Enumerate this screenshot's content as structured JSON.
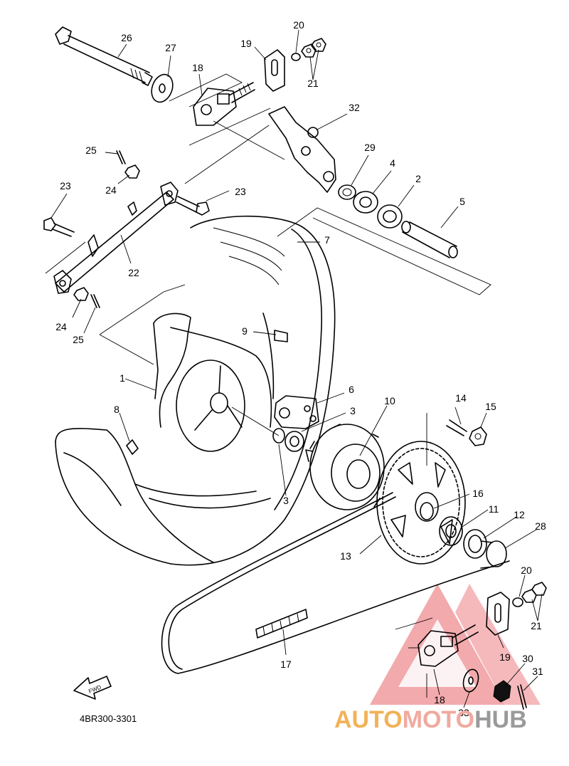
{
  "diagram_code": "4BR300-3301",
  "fwd_label": "FWD",
  "watermark": {
    "auto": "AUTO",
    "moto": "MOTO",
    "hub": "HUB",
    "colors": {
      "auto": "#f2b25a",
      "moto": "#f0aaa0",
      "hub": "#9a9a9a",
      "triangle": "#e8646a"
    }
  },
  "part_labels": [
    {
      "id": "p26",
      "text": "26"
    },
    {
      "id": "p27",
      "text": "27"
    },
    {
      "id": "p18a",
      "text": "18"
    },
    {
      "id": "p19a",
      "text": "19"
    },
    {
      "id": "p20a",
      "text": "20"
    },
    {
      "id": "p21a",
      "text": "21"
    },
    {
      "id": "p32",
      "text": "32"
    },
    {
      "id": "p25a",
      "text": "25"
    },
    {
      "id": "p24a",
      "text": "24"
    },
    {
      "id": "p23a",
      "text": "23"
    },
    {
      "id": "p23b",
      "text": "23"
    },
    {
      "id": "p29",
      "text": "29"
    },
    {
      "id": "p4",
      "text": "4"
    },
    {
      "id": "p2",
      "text": "2"
    },
    {
      "id": "p5",
      "text": "5"
    },
    {
      "id": "p7",
      "text": "7"
    },
    {
      "id": "p22",
      "text": "22"
    },
    {
      "id": "p24b",
      "text": "24"
    },
    {
      "id": "p25b",
      "text": "25"
    },
    {
      "id": "p9",
      "text": "9"
    },
    {
      "id": "p1",
      "text": "1"
    },
    {
      "id": "p6",
      "text": "6"
    },
    {
      "id": "p10",
      "text": "10"
    },
    {
      "id": "p3a",
      "text": "3"
    },
    {
      "id": "p8",
      "text": "8"
    },
    {
      "id": "p3b",
      "text": "3"
    },
    {
      "id": "p14",
      "text": "14"
    },
    {
      "id": "p15",
      "text": "15"
    },
    {
      "id": "p16",
      "text": "16"
    },
    {
      "id": "p11",
      "text": "11"
    },
    {
      "id": "p12",
      "text": "12"
    },
    {
      "id": "p28",
      "text": "28"
    },
    {
      "id": "p13",
      "text": "13"
    },
    {
      "id": "p20b",
      "text": "20"
    },
    {
      "id": "p21b",
      "text": "21"
    },
    {
      "id": "p17",
      "text": "17"
    },
    {
      "id": "p19b",
      "text": "19"
    },
    {
      "id": "p30",
      "text": "30"
    },
    {
      "id": "p31",
      "text": "31"
    },
    {
      "id": "p18b",
      "text": "18"
    },
    {
      "id": "p33",
      "text": "33"
    }
  ]
}
